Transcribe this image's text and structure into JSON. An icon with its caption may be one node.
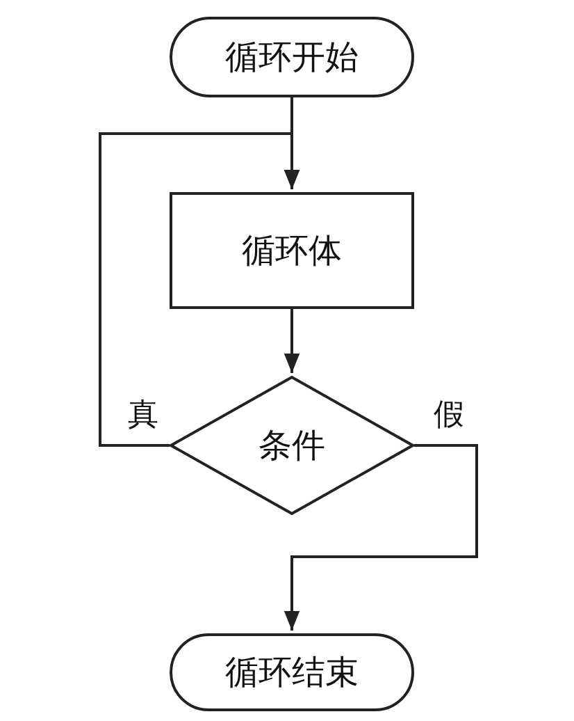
{
  "diagram": {
    "nodes": [
      {
        "text": [
          "循环开始"
        ]
      },
      {
        "text": [
          "循环体"
        ]
      },
      {
        "text": [
          "条件"
        ]
      },
      {
        "text": [
          "循环结束"
        ]
      }
    ],
    "edges": [
      {
        "from": 0,
        "to": 1,
        "arrow": "to"
      },
      {
        "from": 1,
        "to": 2,
        "arrow": "to"
      },
      {
        "from": 2,
        "to": 1,
        "arrow": "to",
        "label": "真"
      },
      {
        "from": 2,
        "to": 3,
        "arrow": "to",
        "label": "假"
      }
    ]
  }
}
